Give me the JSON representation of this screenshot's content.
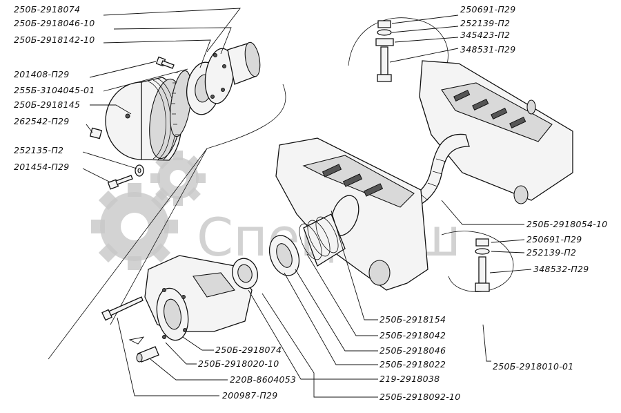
{
  "watermark": {
    "text": "СпецМаш"
  },
  "labels": {
    "l01": "250Б-2918074",
    "l02": "250Б-2918046-10",
    "l03": "250Б-2918142-10",
    "l04": "201408-П29",
    "l05": "255Б-3104045-01",
    "l06": "250Б-2918145",
    "l07": "262542-П29",
    "l08": "252135-П2",
    "l09": "201454-П29",
    "l10": "250691-П29",
    "l11": "252139-П2",
    "l12": "345423-П2",
    "l13": "348531-П29",
    "l14": "250Б-2918054-10",
    "l15": "250691-П29",
    "l16": "252139-П2",
    "l17": "348532-П29",
    "l18": "250Б-2918154",
    "l19": "250Б-2918042",
    "l20": "250Б-2918046",
    "l21": "250Б-2918022",
    "l22": "219-2918038",
    "l23": "250Б-2918092-10",
    "l24": "250Б-2918074",
    "l25": "250Б-2918020-10",
    "l26": "220В-8604053",
    "l27": "200987-П29",
    "l28": "250Б-2918010-01"
  }
}
